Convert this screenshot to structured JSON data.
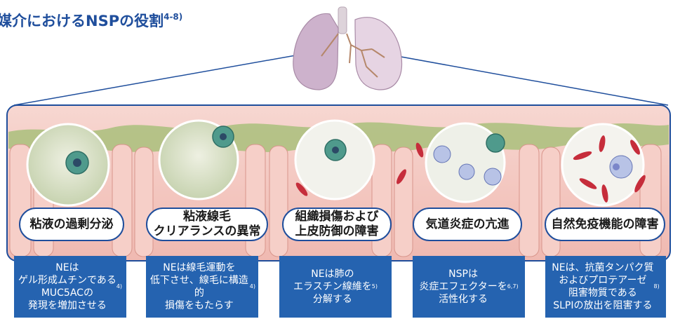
{
  "title": {
    "text": "媒介におけるNSPの役割",
    "ref": "4-8)"
  },
  "panels": [
    {
      "label": "粘液の過剰分泌",
      "description": "NEは\nゲル形成ムチンである\nMUC5ACの\n発現を増加させる",
      "ref": "4)"
    },
    {
      "label": "粘液線毛\nクリアランスの異常",
      "description": "NEは線毛運動を\n低下させ、線毛に構造的\n損傷をもたらす",
      "ref": "4)"
    },
    {
      "label": "組織損傷および\n上皮防御の障害",
      "description": "NEは肺の\nエラスチン線維を\n分解する",
      "ref": "5)"
    },
    {
      "label": "気道炎症の亢進",
      "description": "NSPは\n炎症エフェクターを\n活性化する",
      "ref": "6,7)"
    },
    {
      "label": "自然免疫機能の障害",
      "description": "NEは、抗菌タンパク質\nおよびプロテアーゼ\n阻害物質である\nSLPIの放出を阻害する",
      "ref": "8)"
    }
  ],
  "colors": {
    "brand_blue": "#1f4e9c",
    "box_blue": "#2563b0",
    "lung_purple": "#c9a9c6",
    "tissue_pink": "#f3c6c0",
    "mucus_green": "#a8c27a"
  }
}
